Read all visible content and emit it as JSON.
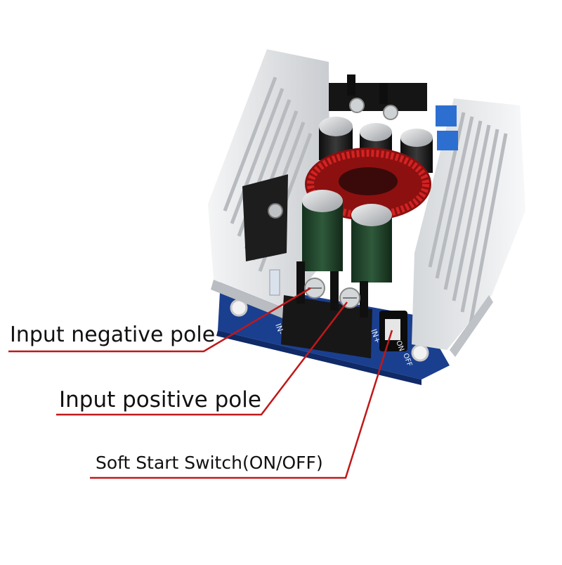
{
  "annotations": {
    "input_negative": "Input negative pole",
    "input_positive": "Input positive pole",
    "soft_start_switch": "Soft Start Switch(ON/OFF)"
  },
  "board_markings": {
    "terminal_minus": "IN-",
    "terminal_plus": "IN+",
    "switch_on": "ON",
    "switch_off": "OFF"
  },
  "colors": {
    "pcb": "#1a3f8f",
    "heatsink": "#e4e6e8",
    "coil": "#b81818",
    "capacitor": "#20402a",
    "leader_line": "#c0181a"
  }
}
